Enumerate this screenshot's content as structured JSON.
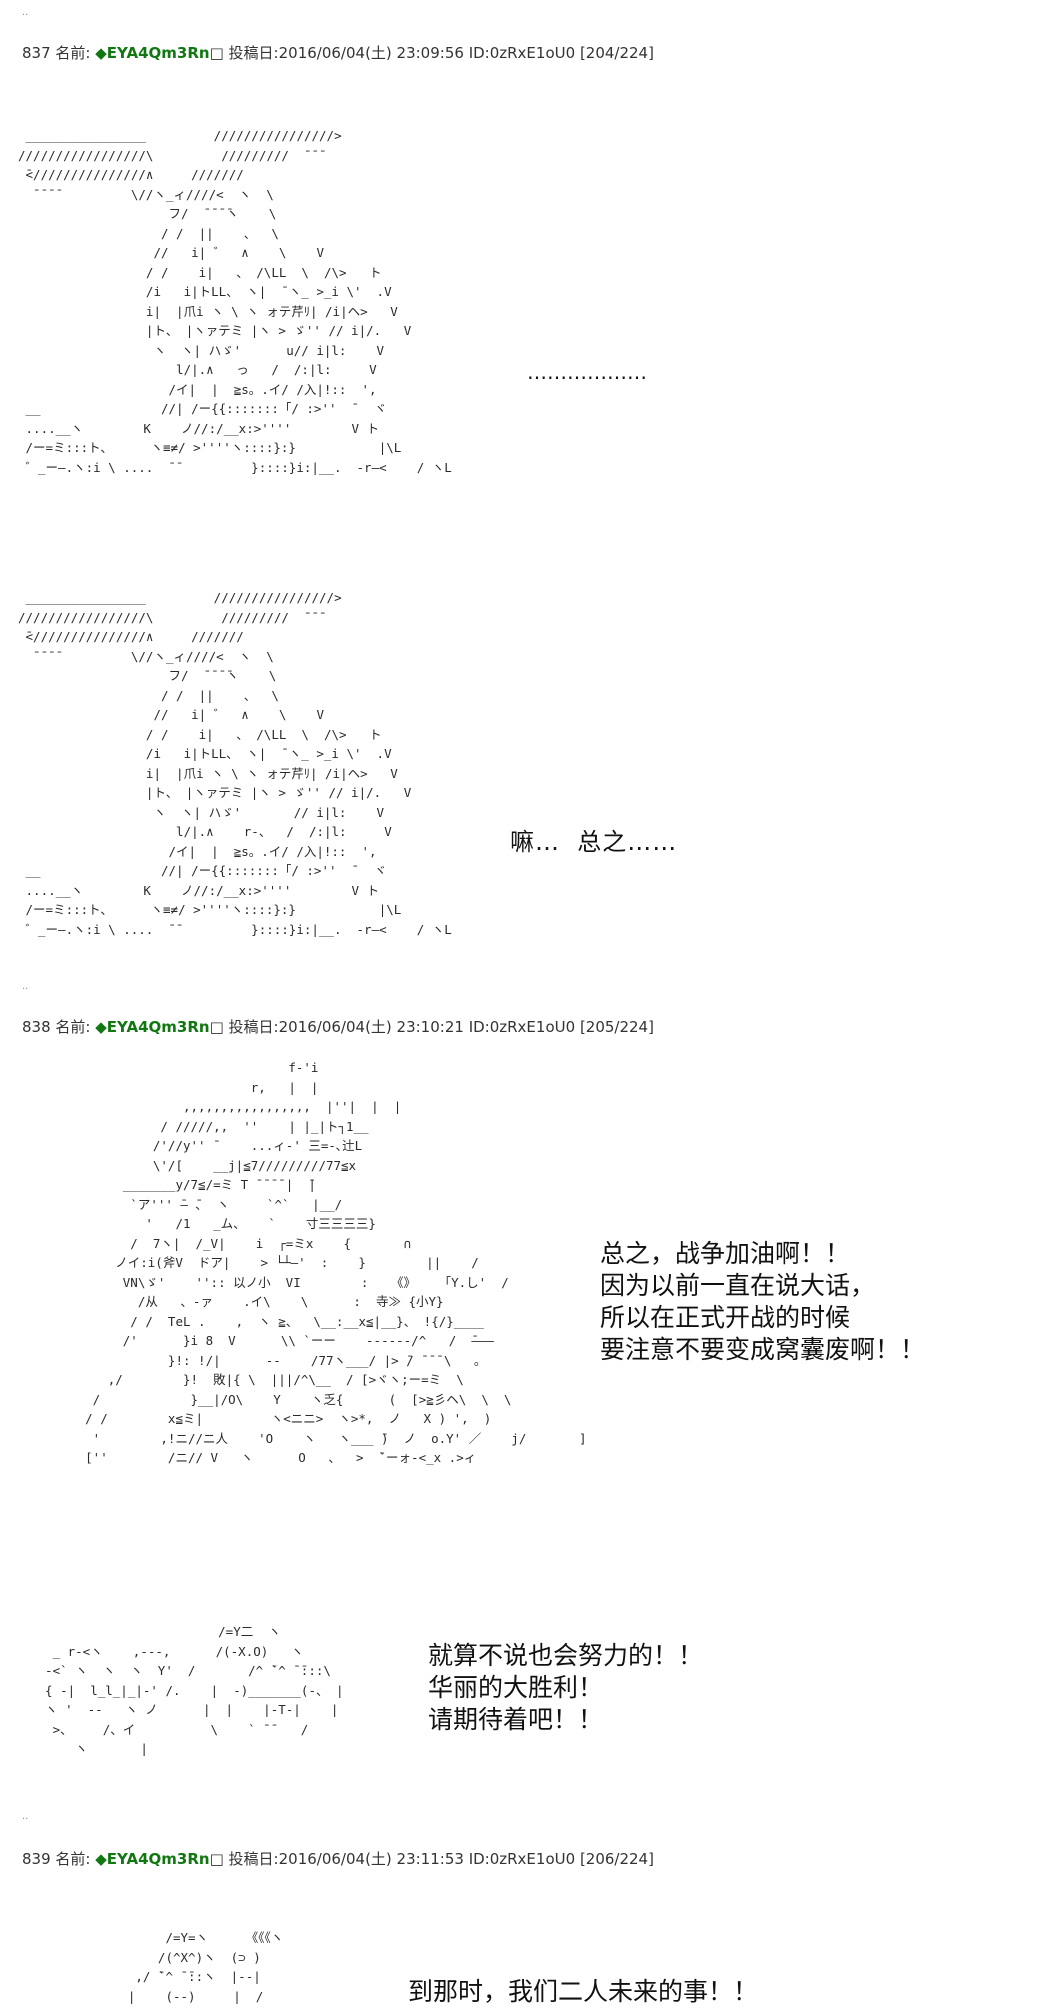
{
  "posts": [
    {
      "header": {
        "number": "837",
        "name_label": "名前:",
        "trip": "◆EYA4Qm3Rn",
        "mark": "□",
        "date_label": "投稿日:",
        "date": "2016/06/04(土) 23:09:56",
        "id": "ID:0zRxE1oU0",
        "index": "[204/224]"
      }
    },
    {
      "header": {
        "number": "838",
        "name_label": "名前:",
        "trip": "◆EYA4Qm3Rn",
        "mark": "□",
        "date_label": "投稿日:",
        "date": "2016/06/04(土) 23:10:21",
        "id": "ID:0zRxE1oU0",
        "index": "[205/224]"
      }
    },
    {
      "header": {
        "number": "839",
        "name_label": "名前:",
        "trip": "◆EYA4Qm3Rn",
        "mark": "□",
        "date_label": "投稿日:",
        "date": "2016/06/04(土) 23:11:53",
        "id": "ID:0zRxE1oU0",
        "index": "[206/224]"
      }
    }
  ],
  "separator": "..",
  "ascii_art": {
    "panel1": " ________________         ////////////////>\n/////////////////\\         /////////  ̄ ̄ ̄\n ̄<///////////////∧     ///////\n  ̄ ̄ ̄ ̄          \\//ヽ_ィ////<  ヽ  \\\n                    フ/  ̄ ̄ ̄ ̄ヽ    \\\n                   / /  ||    、  \\\n                  //   i| ゛  ∧    \\    V\n                 / /    i|   、 /\\LL  \\  /\\>   ト\n                 /i   i|トLL、 ヽ|  ̄ ヽ_ >_i \\'  .V\n                 i|  |爪i ヽ \\ ヽ ォテ芹ﾘ| /i|ヘ>   V\n                 |ト、 |ヽァテミ |ヽ > ゞ'' // i|/.   V\n                  ヽ  ヽ| ハゞ'      u// i|l:    V\n                     l/|.∧   っ   /  /:|l:     V\n                    /イ|  |  ≧s。.イ/ /入|!::  ',\n __                //| /ー{{:::::::「/ :>''  ̄   ヾ\n ....__ヽ        K    ノ//:/__x:>''''        V ト\n /ー=ミ:::ト、     ヽ≡≠/ >''''ヽ::::}:}           |\\L\n ゛_ー―.ヽ:i \\ ....  ̄ ̄          }::::}i:|__.  -r―<    / ヽL",
    "panel1_dialog": "………………",
    "panel2": " ________________         ////////////////>\n/////////////////\\         /////////  ̄ ̄ ̄\n ̄<///////////////∧     ///////\n  ̄ ̄ ̄ ̄          \\//ヽ_ィ////<  ヽ  \\\n                    フ/  ̄ ̄ ̄ ̄ヽ    \\\n                   / /  ||    、  \\\n                  //   i| ゛  ∧    \\    V\n                 / /    i|   、 /\\LL  \\  /\\>   ト\n                 /i   i|トLL、 ヽ|  ̄ ヽ_ >_i \\'  .V\n                 i|  |爪i ヽ \\ ヽ ォテ芹ﾘ| /i|ヘ>   V\n                 |ト、 |ヽァテミ |ヽ > ゞ'' // i|/.   V\n                  ヽ  ヽ| ハゞ'       // i|l:    V\n                     l/|.∧    r-、  /  /:|l:     V\n                    /イ|  |  ≧s。.イ/ /入|!::  ',\n __                //| /ー{{:::::::「/ :>''  ̄   ヾ\n ....__ヽ        K    ノ//:/__x:>''''        V ト\n /ー=ミ:::ト、     ヽ≡≠/ >''''ヽ::::}:}           |\\L\n ゛_ー―.ヽ:i \\ ....  ̄ ̄          }::::}i:|__.  -r―<    / ヽL",
    "panel2_dialog": "嘛…  总之……",
    "panel3": "                                 f-'i\n                            r,   |  |\n                   ,,,,,,,,,,,,,,,,,  |''|  |  |\n                / /////,,  ''    | |_|ト┐1__\n               /'//y'' ̄     ...ィ-' 三=-､辻L\n               \\'/[    __j|≦7/////////77≦x\n           _______y/7≦/=ミ T ̄ ̄ ̄ ̄ |  ̄|\n            `ア''' ̄― ̄､  ヽ     `^`   |__/\n              '   /1   _ム、   `    寸三三三三}\n            /  7ヽ|  /_V|    i  ┌=ミx    {       ∩\n          ノイ:i(斧V  ドア|    > └┴―'  :    }        ||    /\n           VN\\ゞ'    '':: 以ノ小  VI        :   《》   「Y.し'  /\n             /从   、-ァ    .イ\\    \\      :  寺≫ {小Y}\n            / /  TeL .    ,  ヽ ≧、  \\__:__x≦|__}、 !{/}____\n           /'      }i 8  V      \\\\ `ーー    ------/^   /  ̄―――\n                 }!: !/|      --    /77ヽ___/ |> ̄/ ̄ ̄ ̄ \\   。\n         ,/        }!  敗|{ \\  |||/^\\__  / [>ヾヽ;ー=ミ  \\\n       /            }__|/O\\    Y    ヽ乏{      (  [>≧彡ヘ\\  \\  \\\n      / /        x≦ミ|         ヽ<ニニ>  ヽ>*,  ノ   X ) ',  )\n       '        ,!ニ//ニ人    'O    ヽ   ヽ___ ̄)  ノ  o.Y' ／    j/       ]\n      [''        /ニ// V   ヽ      O   、  >  ̄`ーォ‐<_x .>ィ",
    "panel3_dialog": "总之，战争加油啊！！\n因为以前一直在说大话，\n所以在正式开战的时候\n要注意不要变成窝囊废啊！！",
    "panel4": "                         /=Y二  ヽ\n   _ r-<ヽ    ,---,      /(-X.O)   ヽ\n  -<` ヽ  ヽ  ヽ  Y'  /       /^ ̄`^ ̄ ̄:::\\\n  { -|  l_l_|_|-' /.    |  -)_______(-、 |\n  ヽ '  --   ヽ ノ      |  |    |-T-|    |\n   >、    /、イ          \\    ` ̄ ̄    /\n      ヽ       |",
    "panel4_dialog": "就算不说也会努力的！！\n华丽的大胜利！\n请期待着吧！！",
    "panel5": "                  /=Y=ヽ     《《《ヽ\n                 /(^X^)ヽ  (⊃ )\n              ,/ ̄`^ ̄ ̄::ヽ  |-‐|\n             |    (--)     |  /",
    "panel5_dialog": "到那时，我们二人未来的事！！"
  }
}
